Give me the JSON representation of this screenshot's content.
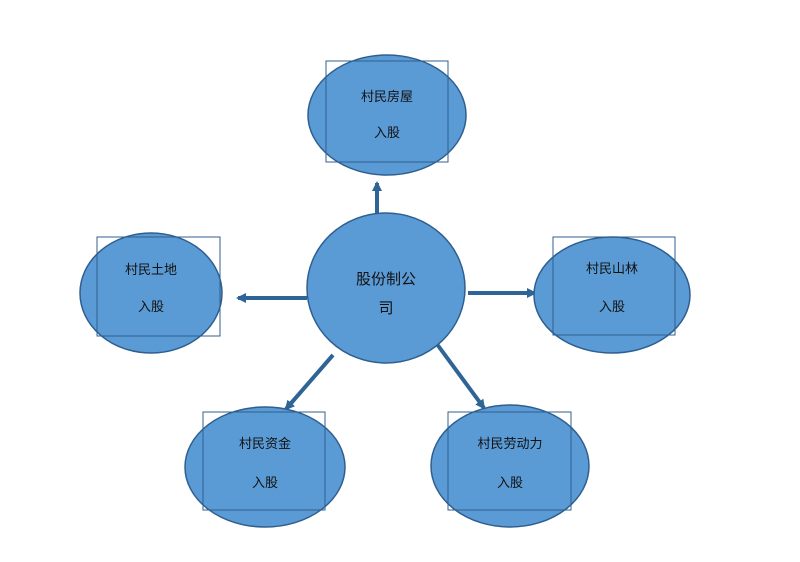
{
  "center": {
    "line1": "股份制公",
    "line2": "司"
  },
  "nodes": [
    {
      "id": "house",
      "line1": "村民房屋",
      "line2": "入股"
    },
    {
      "id": "land",
      "line1": "村民土地",
      "line2": "入股"
    },
    {
      "id": "forest",
      "line1": "村民山林",
      "line2": "入股"
    },
    {
      "id": "funds",
      "line1": "村民资金",
      "line2": "入股"
    },
    {
      "id": "labor",
      "line1": "村民劳动力",
      "line2": "入股"
    }
  ],
  "colors": {
    "fill": "#5B9BD5",
    "stroke": "#2F5F8F",
    "arrow": "#2E6496"
  }
}
